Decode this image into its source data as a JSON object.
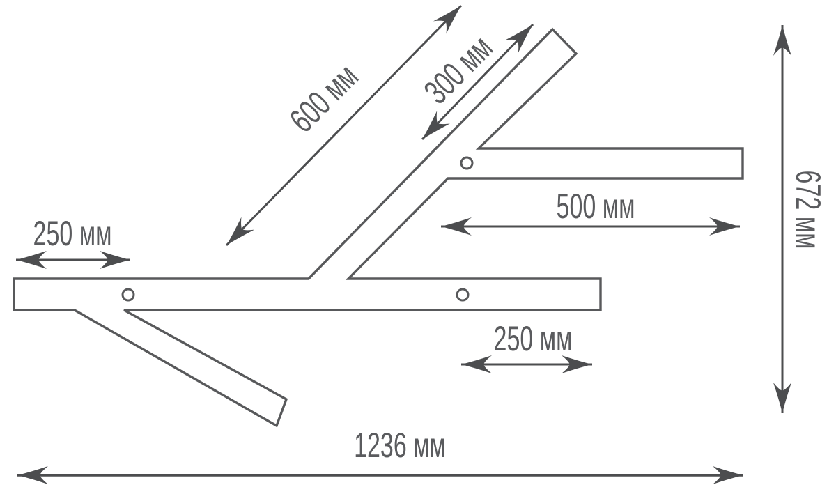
{
  "drawing": {
    "colors": {
      "outline": "#58595b",
      "arrow": "#4c4d4f",
      "text": "#5a5b5e",
      "background": "#ffffff"
    },
    "dimensions": {
      "left_offset": "250 мм",
      "long_diagonal": "600 мм",
      "short_diagonal": "300 мм",
      "right_branch": "500 мм",
      "bottom_offset": "250 мм",
      "overall_height": "672 мм",
      "overall_width": "1236 мм"
    }
  }
}
